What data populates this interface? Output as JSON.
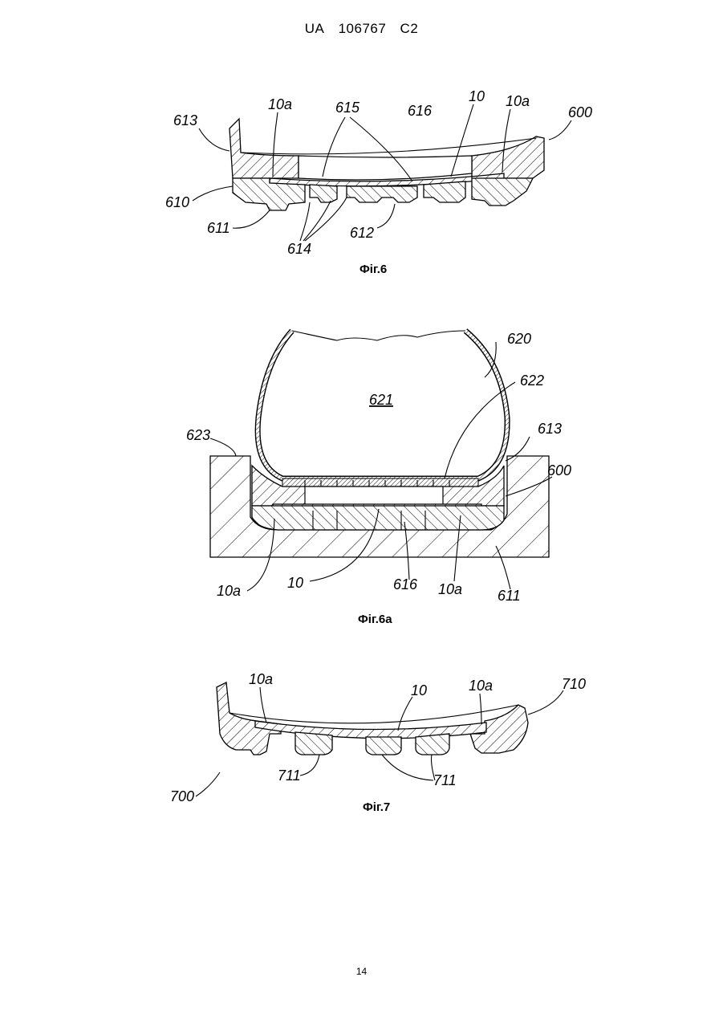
{
  "header": {
    "country": "UA",
    "number": "106767",
    "kind": "C2"
  },
  "page_number": "14",
  "fig6": {
    "caption": "Фіг.6",
    "labels": {
      "l613": "613",
      "l10a_left": "10a",
      "l615": "615",
      "l616": "616",
      "l10": "10",
      "l10a_right": "10a",
      "l600": "600",
      "l610": "610",
      "l611": "611",
      "l614": "614",
      "l612": "612"
    }
  },
  "fig6a": {
    "caption": "Фіг.6а",
    "labels": {
      "l620": "620",
      "l622": "622",
      "l621": "621",
      "l623": "623",
      "l613": "613",
      "l600": "600",
      "l10a_left": "10a",
      "l10": "10",
      "l616": "616",
      "l10a_right": "10a",
      "l611": "611"
    }
  },
  "fig7": {
    "caption": "Фіг.7",
    "labels": {
      "l10a_left": "10a",
      "l10": "10",
      "l10a_right": "10a",
      "l710": "710",
      "l700": "700",
      "l711_left": "711",
      "l711_right": "711"
    }
  }
}
